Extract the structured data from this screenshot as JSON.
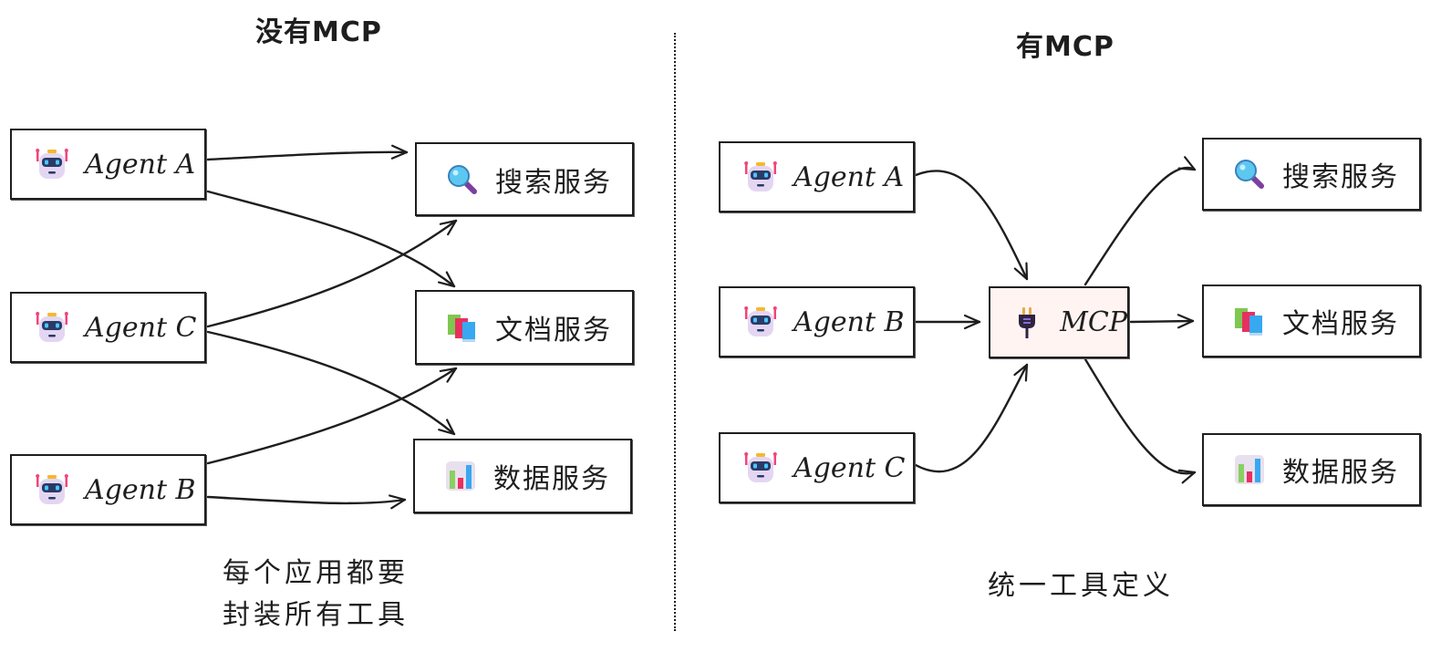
{
  "left_panel": {
    "title": "没有MCP",
    "agents": [
      {
        "id": "agent-a",
        "label": "Agent A",
        "icon": "robot-icon"
      },
      {
        "id": "agent-c",
        "label": "Agent C",
        "icon": "robot-icon"
      },
      {
        "id": "agent-b",
        "label": "Agent B",
        "icon": "robot-icon"
      }
    ],
    "services": [
      {
        "id": "search",
        "label": "搜索服务",
        "icon": "magnifier-icon"
      },
      {
        "id": "docs",
        "label": "文档服务",
        "icon": "books-icon"
      },
      {
        "id": "data",
        "label": "数据服务",
        "icon": "bar-chart-icon"
      }
    ],
    "caption_line1": "每个应用都要",
    "caption_line2": "封装所有工具",
    "connections": [
      {
        "from": "Agent A",
        "to": "搜索服务"
      },
      {
        "from": "Agent A",
        "to": "文档服务"
      },
      {
        "from": "Agent C",
        "to": "搜索服务"
      },
      {
        "from": "Agent C",
        "to": "数据服务"
      },
      {
        "from": "Agent B",
        "to": "文档服务"
      },
      {
        "from": "Agent B",
        "to": "数据服务"
      }
    ]
  },
  "right_panel": {
    "title": "有MCP",
    "agents": [
      {
        "id": "agent-a",
        "label": "Agent A",
        "icon": "robot-icon"
      },
      {
        "id": "agent-b",
        "label": "Agent B",
        "icon": "robot-icon"
      },
      {
        "id": "agent-c",
        "label": "Agent C",
        "icon": "robot-icon"
      }
    ],
    "hub": {
      "label": "MCP",
      "icon": "plug-icon",
      "fill": "#fff4f2"
    },
    "services": [
      {
        "id": "search",
        "label": "搜索服务",
        "icon": "magnifier-icon"
      },
      {
        "id": "docs",
        "label": "文档服务",
        "icon": "books-icon"
      },
      {
        "id": "data",
        "label": "数据服务",
        "icon": "bar-chart-icon"
      }
    ],
    "caption": "统一工具定义",
    "connections": [
      {
        "from": "Agent A",
        "to": "MCP"
      },
      {
        "from": "Agent B",
        "to": "MCP"
      },
      {
        "from": "Agent C",
        "to": "MCP"
      },
      {
        "from": "MCP",
        "to": "搜索服务"
      },
      {
        "from": "MCP",
        "to": "文档服务"
      },
      {
        "from": "MCP",
        "to": "数据服务"
      }
    ]
  },
  "colors": {
    "stroke": "#1e1e1e",
    "hub_fill": "#fff4f2",
    "background": "#ffffff"
  }
}
